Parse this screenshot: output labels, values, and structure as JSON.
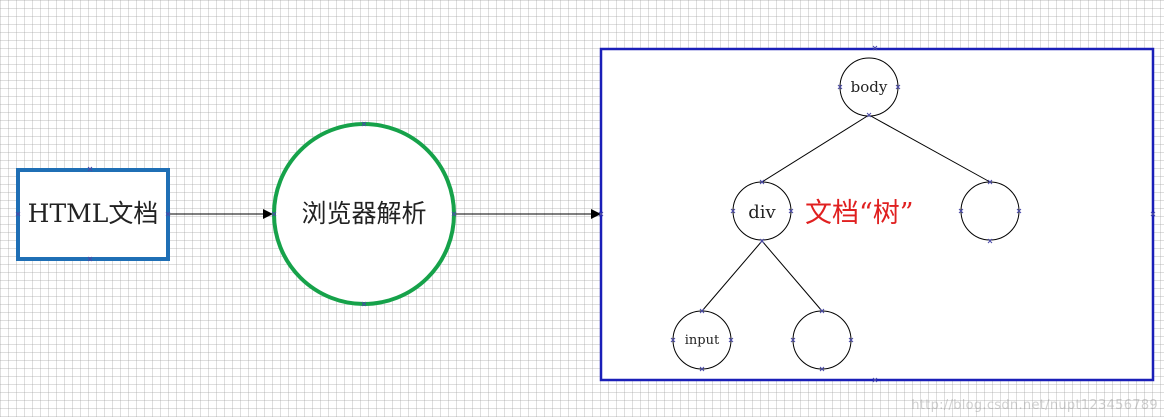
{
  "diagram": {
    "html_doc": "HTML文档",
    "parser": "浏览器解析",
    "tree_caption": "文档“树”",
    "tree_nodes": {
      "root": "body",
      "mid_left": "div",
      "mid_right": "",
      "leaf_left": "input",
      "leaf_right": ""
    }
  },
  "watermark": "http://blog.csdn.net/nupt123456789",
  "colors": {
    "html_doc_border": "#1f6fb5",
    "parser_border": "#16a24a",
    "container_border": "#1a1fb8",
    "caption": "#e02020",
    "lines": "#000000"
  }
}
